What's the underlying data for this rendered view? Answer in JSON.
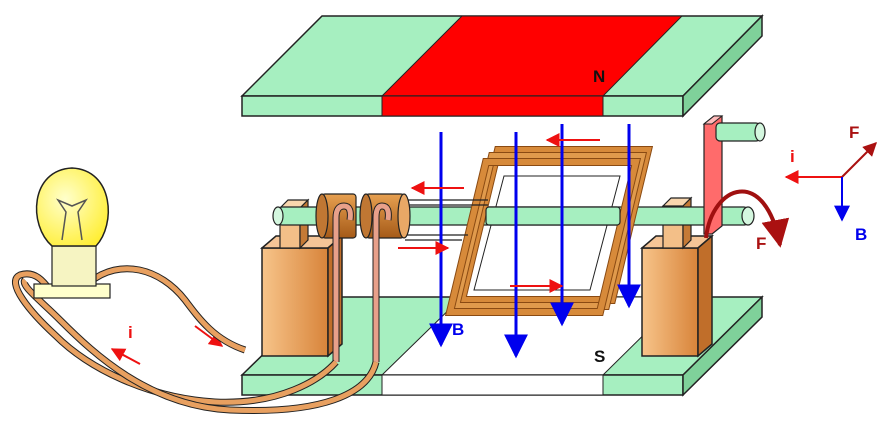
{
  "labels": {
    "north_pole": "N",
    "south_pole": "S",
    "field_B_main": "B",
    "current_wire": "i",
    "current_axes": "i",
    "force_axes": "F",
    "force_rotation": "F",
    "field_B_axes": "B"
  },
  "colors": {
    "north_magnet": "#ff0000",
    "magnet_body": "#a6efc0",
    "field_lines": "#0000ee",
    "current_arrows": "#ee1111",
    "force_arrows": "#aa1111",
    "copper": "#d78a3a",
    "bulb_glass": "#ffff66",
    "support_block": "#e8a060"
  }
}
